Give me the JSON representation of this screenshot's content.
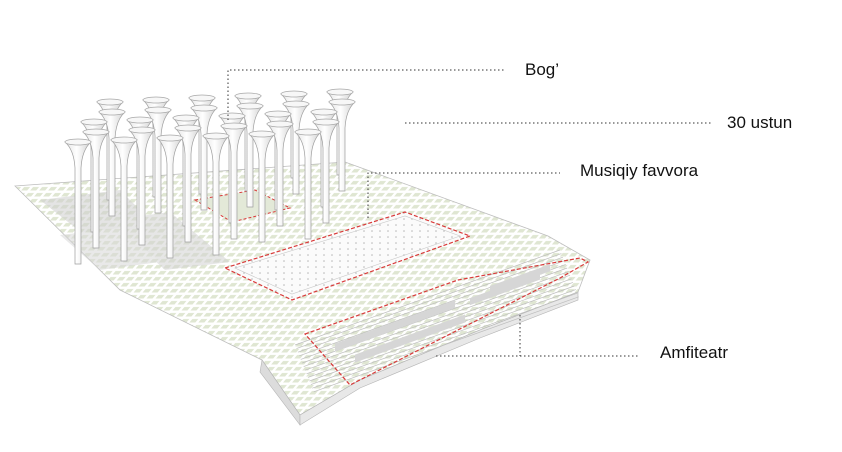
{
  "labels": {
    "garden": "Bog’",
    "columns": "30  ustun",
    "fountain": "Musiqiy favvora",
    "amphitheatre": "Amfiteatr"
  },
  "colors": {
    "leader_line": "#333333",
    "highlight_dash": "#d93a3a",
    "paving_green": "#b9c7a4",
    "column_white": "#f4f4f4",
    "shadow": "#c9c9c9"
  },
  "columns_count": 30
}
